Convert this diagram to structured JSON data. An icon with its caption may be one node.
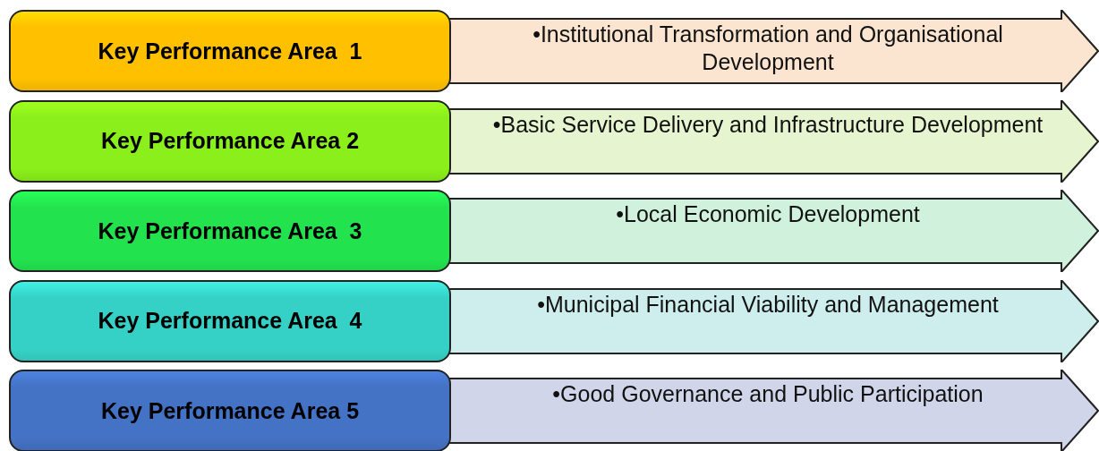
{
  "diagram": {
    "nodes": [
      {
        "text": [
          "Key Performance Area  1"
        ]
      },
      {
        "text": [
          "•Institutional Transformation and Organisational Development"
        ]
      },
      {
        "text": [
          "Key Performance Area 2"
        ]
      },
      {
        "text": [
          "•Basic Service Delivery and Infrastructure Development"
        ]
      },
      {
        "text": [
          "Key Performance Area  3"
        ]
      },
      {
        "text": [
          "•Local Economic Development"
        ]
      },
      {
        "text": [
          "Key Performance Area  4"
        ]
      },
      {
        "text": [
          "•Municipal Financial Viability and Management"
        ]
      },
      {
        "text": [
          "Key Performance Area 5"
        ]
      },
      {
        "text": [
          "•Good Governance and Public Participation"
        ]
      }
    ]
  }
}
